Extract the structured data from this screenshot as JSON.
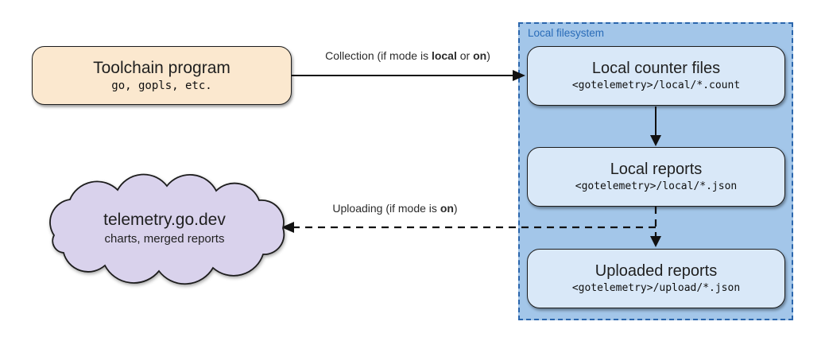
{
  "diagram": {
    "toolchain": {
      "title": "Toolchain program",
      "subtitle": "go, gopls, etc."
    },
    "collection_arrow_label": {
      "pre": "Collection (if mode is ",
      "bold1": "local",
      "mid": " or ",
      "bold2": "on",
      "post": ")"
    },
    "uploading_arrow_label": {
      "pre": "Uploading (if mode is ",
      "bold1": "on",
      "post": ")"
    },
    "filesystem": {
      "label": "Local filesystem",
      "boxes": [
        {
          "title": "Local counter files",
          "path": "<gotelemetry>/local/*.count"
        },
        {
          "title": "Local reports",
          "path": "<gotelemetry>/local/*.json"
        },
        {
          "title": "Uploaded reports",
          "path": "<gotelemetry>/upload/*.json"
        }
      ]
    },
    "cloud": {
      "title": "telemetry.go.dev",
      "subtitle": "charts, merged reports"
    },
    "colors": {
      "toolchain_fill": "#fbe8cf",
      "filesystem_fill": "#a3c6e9",
      "filesystem_border": "#2b66ad",
      "filesystem_label": "#2a6cb8",
      "inner_box_fill": "#d9e8f8",
      "cloud_fill": "#d9d2ec",
      "outline": "#1c1c1c"
    }
  }
}
